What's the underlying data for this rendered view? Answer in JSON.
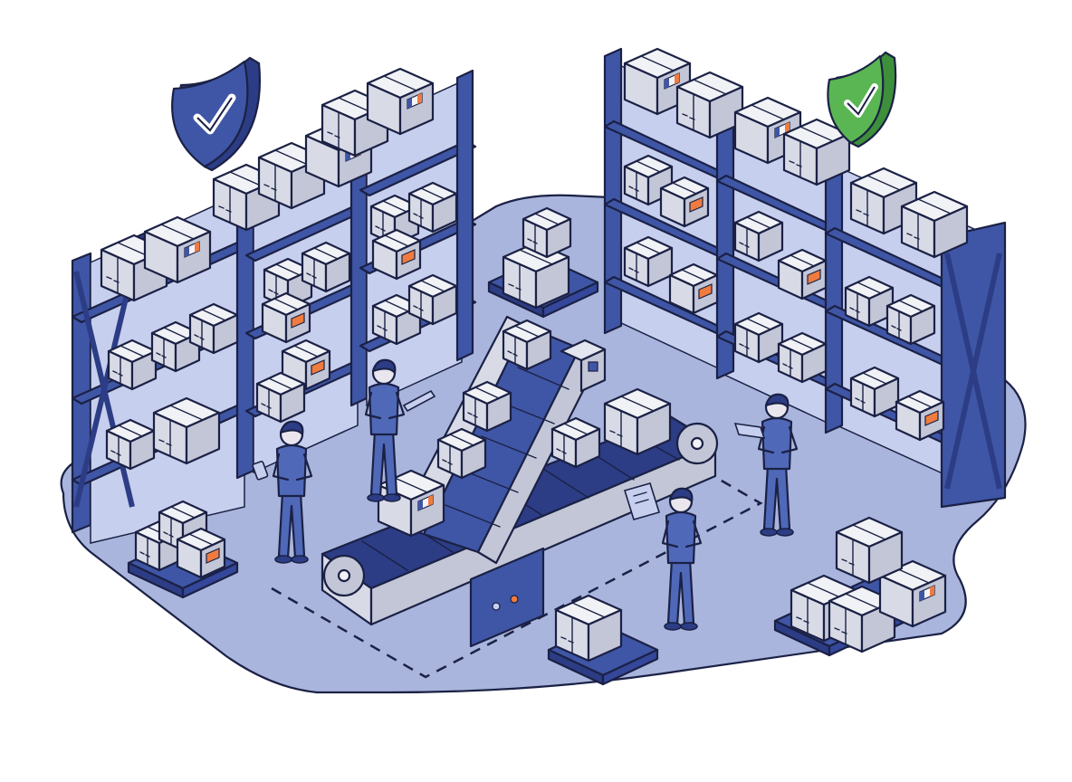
{
  "colors": {
    "floor": "#a9b5dc",
    "floor_shadow": "#8e9bcf",
    "rack_blue": "#3f56a6",
    "rack_blue_dark": "#2c3d86",
    "shelf_light": "#c7cfee",
    "box_top": "#f1f2f6",
    "box_left": "#d8dbe6",
    "box_right": "#c2c6d6",
    "accent_orange": "#f07b3f",
    "shield_blue": "#3f56a6",
    "shield_green": "#5ab652",
    "worker_blue": "#4f68b8",
    "skin": "#e9e6ee",
    "outline": "#1b2145"
  },
  "icons": {
    "shield_left": "shield-check-icon",
    "shield_right": "shield-check-icon"
  },
  "scene": {
    "workers": [
      "worker-scanning-left",
      "worker-tablet-back",
      "worker-tablet-front",
      "worker-tablet-right"
    ],
    "racks": [
      "rack-left-front",
      "rack-left-middle",
      "rack-left-back",
      "rack-right-back",
      "rack-right-middle",
      "rack-right-front"
    ],
    "pallets": [
      "pallet-back-center",
      "pallet-front-center",
      "pallet-front-right",
      "pallet-left-small"
    ]
  }
}
